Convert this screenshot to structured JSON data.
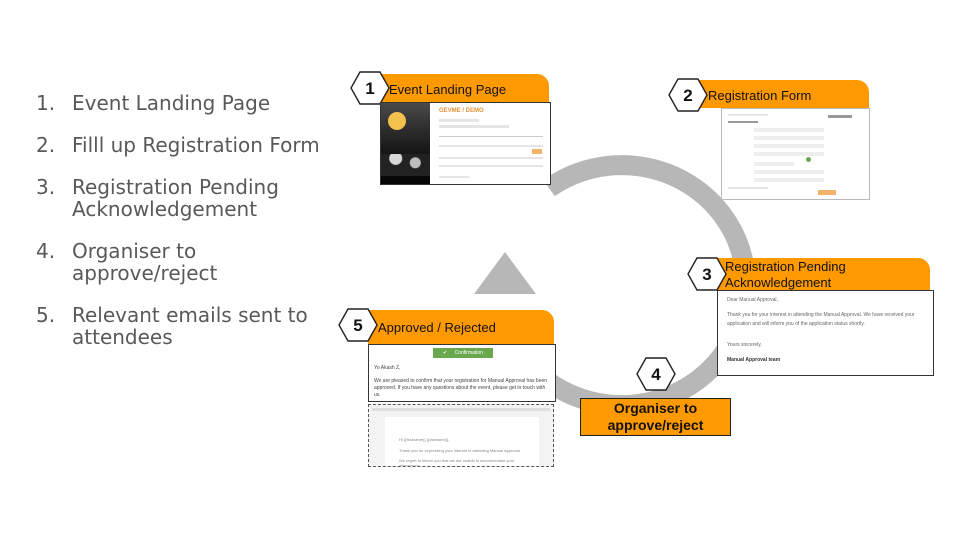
{
  "steps": [
    {
      "num": "1.",
      "text": "Event Landing Page"
    },
    {
      "num": "2.",
      "text": "Filll up Registration Form"
    },
    {
      "num": "3.",
      "text": "Registration Pending Acknowledgement"
    },
    {
      "num": "4.",
      "text": "Organiser to approve/reject"
    },
    {
      "num": "5.",
      "text": "Relevant emails sent to attendees"
    }
  ],
  "stages": {
    "s1": {
      "num": "1",
      "title": "Event Landing Page"
    },
    "s2": {
      "num": "2",
      "title": "Registration Form"
    },
    "s3": {
      "num": "3",
      "title": "Registration Pending Acknowledgement"
    },
    "s4": {
      "num": "4",
      "title": "Organiser to approve/reject"
    },
    "s5": {
      "num": "5",
      "title": "Approved / Rejected"
    }
  },
  "email3": {
    "greeting": "Dear Manual Approval,",
    "body": "Thank you for your interest in attending the Manual Approval. We have received your application and will inform you of the application status shortly.",
    "signoff": "Yours sincerely,",
    "team": "Manual Approval team"
  },
  "email5": {
    "badge": "Confirmation",
    "greeting": "Yo Akash Z,",
    "body": "We are pleased to confirm that your registration for Manual Approval has been approved. If you have any questions about the event, please get in touch with us.",
    "reject_greeting": "Hi {{firstname}} {{lastname}},",
    "reject_line1": "Thank you for expressing your interest in attending Manual Approval.",
    "reject_line2": "We regret to inform you that we are unable to accommodate your attendance."
  },
  "landing_mock": {
    "event_title": "GEVME / DEMO"
  },
  "colors": {
    "accent": "#ff9900",
    "arrow": "#b7b7b7",
    "text": "#595959",
    "green": "#6aa84f"
  }
}
